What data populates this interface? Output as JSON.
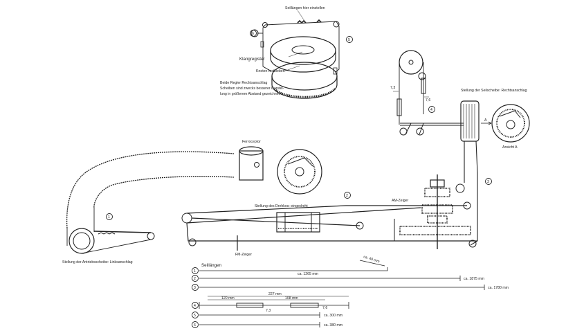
{
  "labels": {
    "top_note": "Seillängen hier einstellen",
    "klangregister": "Klangregister",
    "knoten": "Knoten festkleben",
    "beide_note_1": "Beide Regler Rechtsanschlag",
    "beide_note_2": "Scheiben sind zwecks besserer Darstel-",
    "beide_note_3": "lung in größerem Abstand gezeichnet.",
    "stellung_seil": "Stellung der Seilscheibe: Rechtsanschlag",
    "ansicht": "Ansicht A",
    "arrow_a": "A",
    "ferroceptor": "Ferroceptor",
    "stellung_dreh": "Stellung des Drehkos: eingedreht",
    "am_zeiger": "AM-Zeiger",
    "fm_zeiger": "FM-Zeiger",
    "stellung_antrieb": "Stellung der Antriebsscheibe: Linksanschlag",
    "seillaengen": "Seillängen",
    "feder_note": "ca. 40 mm",
    "dim_73_top": "7,3",
    "dim_76_top": "7,6",
    "dim_73_bottom": "7,3",
    "dim_76_bottom": "7,6",
    "dim_120": "120 mm",
    "dim_108": "108 mm",
    "dim_227": "227 mm"
  },
  "callouts": [
    "1",
    "2",
    "3",
    "4",
    "5",
    "6"
  ],
  "cables": [
    {
      "num": "1",
      "length": "ca. 1265 mm"
    },
    {
      "num": "2",
      "length": "ca. 1875 mm"
    },
    {
      "num": "3",
      "length": "ca. 1780 mm"
    },
    {
      "num": "4",
      "length": ""
    },
    {
      "num": "5",
      "length": "ca. 300 mm"
    },
    {
      "num": "6",
      "length": "ca. 380 mm"
    }
  ]
}
